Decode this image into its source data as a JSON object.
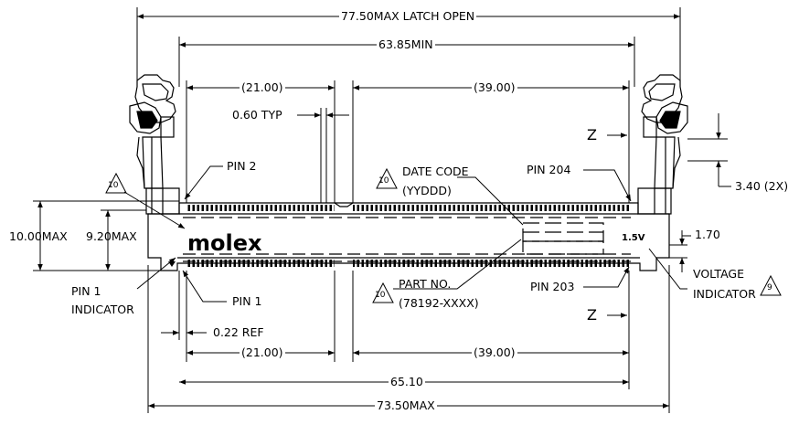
{
  "dimensions": {
    "latch_open": "77.50MAX LATCH OPEN",
    "min_width": "63.85MIN",
    "top_left_span": "(21.00)",
    "top_right_span": "(39.00)",
    "pin_pitch": "0.60  TYP",
    "bottom_left_span": "(21.00)",
    "bottom_right_span": "(39.00)",
    "overall_pins": "65.10",
    "overall_max": "73.50MAX",
    "height_max": "10.00MAX",
    "body_height": "9.20MAX",
    "offset": "0.22  REF",
    "latch_dim": "3.40  (2X)",
    "voltage_dim": "1.70"
  },
  "callouts": {
    "pin2": "PIN 2",
    "pin204": "PIN 204",
    "pin1": "PIN 1",
    "pin203": "PIN 203",
    "pin1_indicator_line1": "PIN 1",
    "pin1_indicator_line2": "INDICATOR",
    "date_code_line1": "DATE CODE",
    "date_code_line2": "(YYDDD)",
    "part_no_line1": "PART NO.",
    "part_no_line2": "(78192-XXXX)",
    "voltage_line1": "VOLTAGE",
    "voltage_line2": "INDICATOR",
    "section_top": "Z",
    "section_bottom": "Z",
    "note_10": "10",
    "note_9": "9"
  },
  "body": {
    "brand": "molex",
    "voltage_mark": "1.5V"
  }
}
